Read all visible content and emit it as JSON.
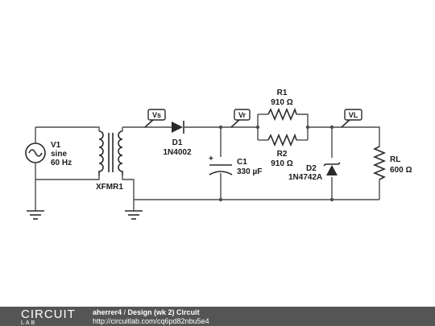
{
  "components": {
    "v1": {
      "name": "V1",
      "type": "sine",
      "freq": "60 Hz"
    },
    "xfmr": {
      "name": "XFMR1"
    },
    "d1": {
      "name": "D1",
      "part": "1N4002"
    },
    "c1": {
      "name": "C1",
      "value": "330 µF"
    },
    "r1": {
      "name": "R1",
      "value": "910 Ω"
    },
    "r2": {
      "name": "R2",
      "value": "910 Ω"
    },
    "d2": {
      "name": "D2",
      "part": "1N4742A"
    },
    "rl": {
      "name": "RL",
      "value": "600 Ω"
    }
  },
  "probes": {
    "vs": "Vs",
    "vr": "Vr",
    "vl": "VL"
  },
  "polarity": "+",
  "footer": {
    "logo_top": "CIRCUIT",
    "logo_bottom": "LAB",
    "author": "aherrer4",
    "separator": " / ",
    "title": "Design (wk 2) Circuit",
    "url": "http://circuitlab.com/cq6pd82nbu5e4"
  }
}
